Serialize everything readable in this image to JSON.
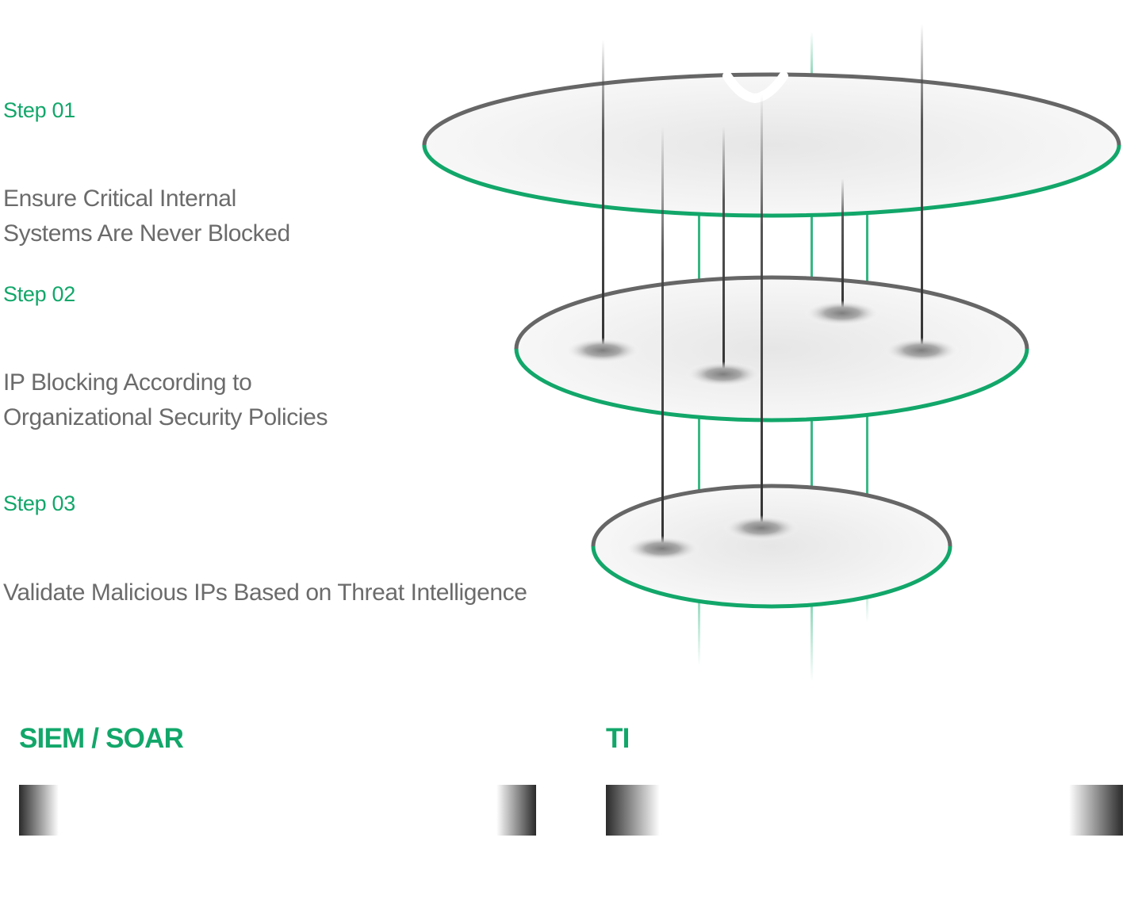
{
  "steps": [
    {
      "label": "Step 01",
      "description_lines": [
        "Ensure Critical Internal",
        "Systems Are Never Blocked"
      ]
    },
    {
      "label": "Step 02",
      "description_lines": [
        "IP Blocking According to",
        "Organizational Security Policies"
      ]
    },
    {
      "label": "Step 03",
      "description_lines": [
        "Validate Malicious IPs Based on Threat Intelligence"
      ]
    }
  ],
  "sections": {
    "siem_soar": {
      "title": "SIEM / SOAR"
    },
    "ti": {
      "title": "TI"
    }
  },
  "colors": {
    "accent_green": "#12a76a",
    "text_gray": "#6b6b6b",
    "ring_dark": "#666666",
    "node_gray": "#8a8a8a"
  }
}
